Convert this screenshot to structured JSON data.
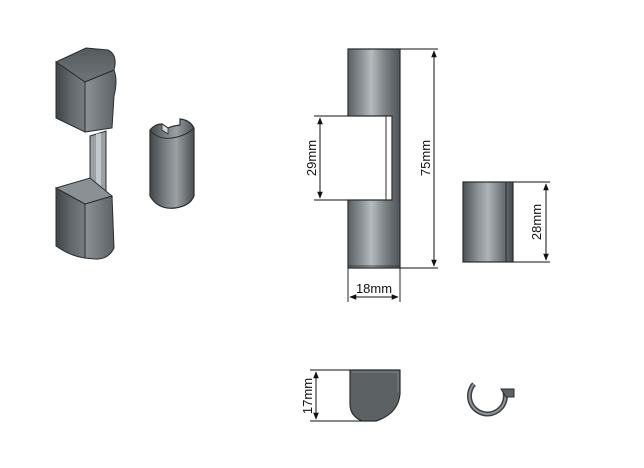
{
  "colors": {
    "background": "#ffffff",
    "metal_dark": "#4d5255",
    "metal_mid": "#7c8286",
    "metal_light": "#b9bec1",
    "outline": "#2a2d2f",
    "dimension_line": "#111111"
  },
  "dimensions": {
    "cutout_height": "29mm",
    "total_height": "75mm",
    "width": "18mm",
    "sleeve_height": "28mm",
    "depth": "17mm"
  }
}
